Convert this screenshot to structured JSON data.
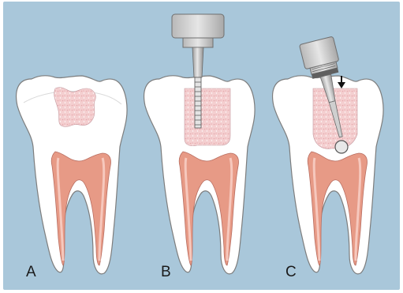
{
  "panels": [
    {
      "id": "A",
      "label": "A"
    },
    {
      "id": "B",
      "label": "B"
    },
    {
      "id": "C",
      "label": "C"
    }
  ],
  "colors": {
    "background": "#a9c7da",
    "tooth": "#ffffff",
    "tooth_outline": "#7a7a7a",
    "pulp": "#e79a86",
    "cavity": "#f4cfd0",
    "metal": "#d2d2d2",
    "metal_dark": "#8a8a8a"
  }
}
